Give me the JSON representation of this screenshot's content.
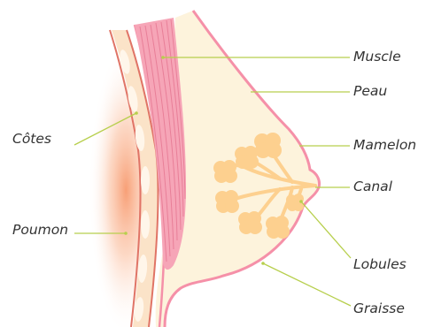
{
  "labels": {
    "muscle": "Muscle",
    "peau": "Peau",
    "mamelon": "Mamelon",
    "canal": "Canal",
    "lobules": "Lobules",
    "graisse": "Graisse",
    "cotes": "Côtes",
    "poumon": "Poumon"
  },
  "colors": {
    "background": "#ffffff",
    "skin_outline": "#f590a8",
    "fat_fill": "#fdf3dc",
    "muscle": "#f6a5b7",
    "muscle_stripes": "#e77b95",
    "lobule": "#fdd08f",
    "rib_line": "#e07466",
    "lung_glow": "#f9a57d",
    "leader_line": "#b7cf4d",
    "label_text": "#333333"
  }
}
